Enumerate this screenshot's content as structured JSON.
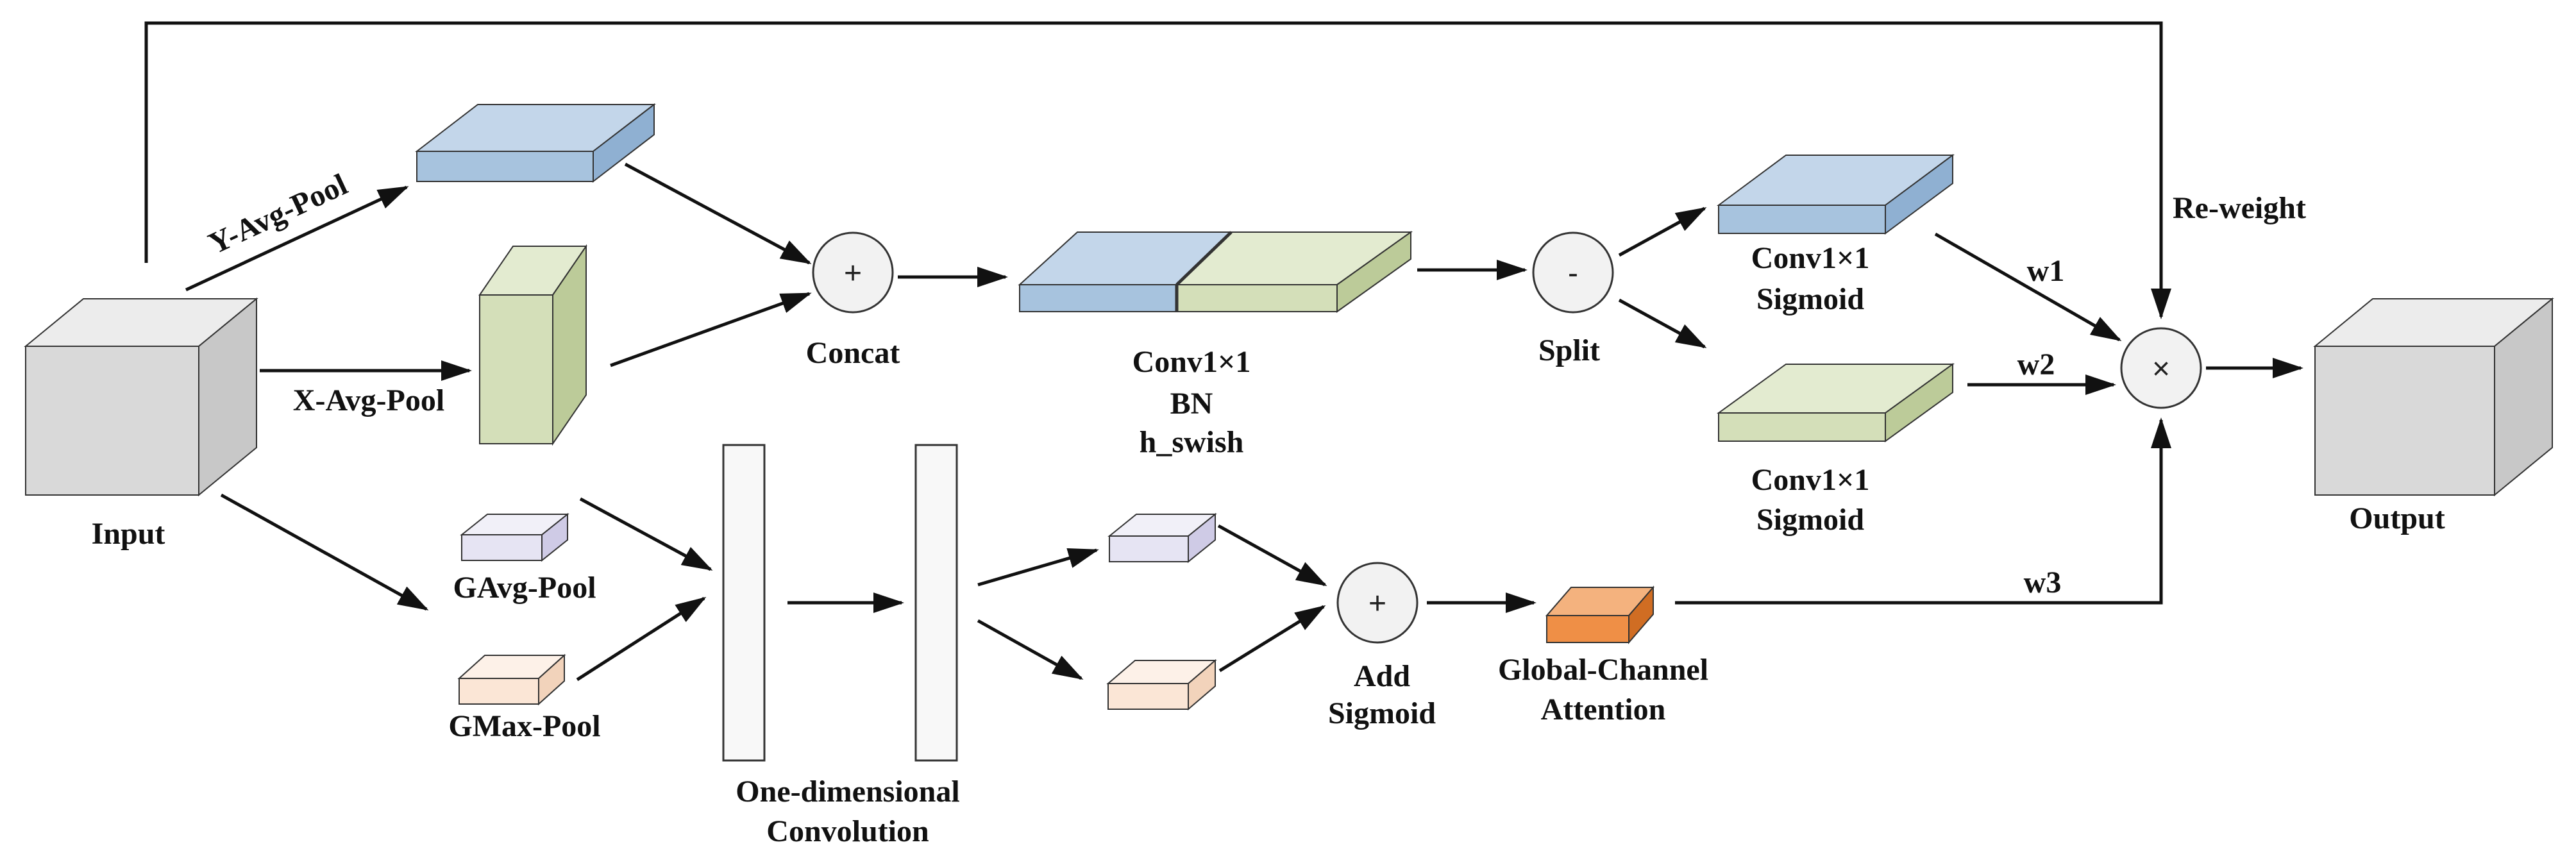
{
  "labels": {
    "input": "Input",
    "output": "Output",
    "y_avg_pool": "Y-Avg-Pool",
    "x_avg_pool": "X-Avg-Pool",
    "gavg_pool": "GAvg-Pool",
    "gmax_pool": "GMax-Pool",
    "concat": "Concat",
    "conv_bn_line1": "Conv1×1",
    "conv_bn_line2": "BN",
    "conv_bn_line3": "h_swish",
    "split": "Split",
    "conv_sig_top_line1": "Conv1×1",
    "conv_sig_top_line2": "Sigmoid",
    "conv_sig_bot_line1": "Conv1×1",
    "conv_sig_bot_line2": "Sigmoid",
    "reweight": "Re-weight",
    "w1": "w1",
    "w2": "w2",
    "w3": "w3",
    "one_dim_line1": "One-dimensional",
    "one_dim_line2": "Convolution",
    "add_sig_line1": "Add",
    "add_sig_line2": "Sigmoid",
    "gca_line1": "Global-Channel",
    "gca_line2": "Attention"
  },
  "operators": {
    "concat": "+",
    "split": "-",
    "add": "+",
    "multiply": "×"
  },
  "colors": {
    "blue": "#a7c3de",
    "green": "#d4dfb9",
    "gray": "#dcdcdc",
    "lavender": "#e6e4f3",
    "peach": "#fbe6d6",
    "orange": "#ef8f46",
    "white_bar": "#f8f8f8"
  }
}
